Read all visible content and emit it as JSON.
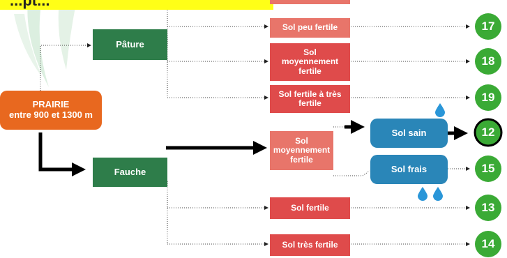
{
  "banner": {
    "text": "...pt..."
  },
  "prairie": {
    "line1": "PRAIRIE",
    "line2": "entre 900 et 1300 m"
  },
  "branches": {
    "pature": "Pâture",
    "fauche": "Fauche"
  },
  "soils": {
    "peu_fertile": "Sol peu fertile",
    "moyen_line1": "Sol",
    "moyen_line2": "moyennement",
    "moyen_line3": "fertile",
    "fertile_tres_line1": "Sol fertile à très",
    "fertile_tres_line2": "fertile",
    "fauche_moyen_line1": "Sol",
    "fauche_moyen_line2": "moyennement",
    "fauche_moyen_line3": "fertile",
    "fertile": "Sol fertile",
    "tres_fertile": "Sol très fertile"
  },
  "moisture": {
    "sain": "Sol sain",
    "frais": "Sol frais"
  },
  "codes": [
    "17",
    "18",
    "19",
    "12",
    "15",
    "13",
    "14"
  ],
  "colors": {
    "green": "#2e7d4a",
    "code_green": "#3aaa35",
    "red": "#df4b4b",
    "orange": "#e8681f",
    "blue": "#2a86b8"
  }
}
